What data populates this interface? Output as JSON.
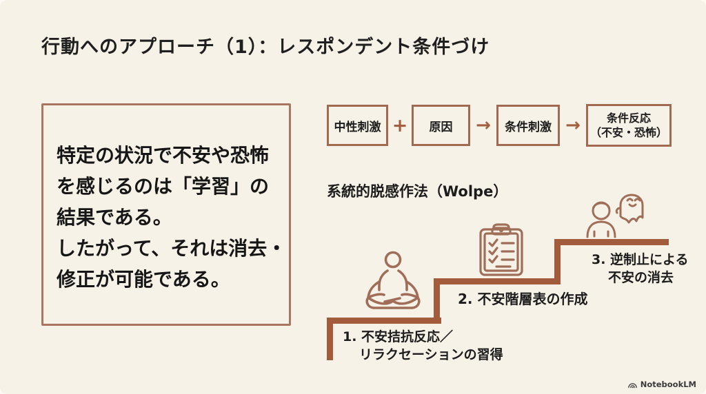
{
  "slide": {
    "title": "行動へのアプローチ（1）：レスポンデント条件づけ"
  },
  "left_box": {
    "lines": [
      "特定の状況で不安や恐怖",
      "を感じるのは「学習」の",
      "結果である。",
      "したがって、それは消去・",
      "修正が可能である。"
    ]
  },
  "flow": {
    "box1": "中性刺激",
    "plus": "+",
    "box2": "原因",
    "arrow1": "→",
    "box3": "条件刺激",
    "arrow2": "→",
    "box4_line1": "条件反応",
    "box4_line2": "（不安・恐怖）"
  },
  "method": {
    "heading": "系統的脱感作法（Wolpe）",
    "steps": [
      {
        "line1": "1. 不安拮抗反応／",
        "line2": "リラクセーションの習得",
        "icon": "meditation-icon"
      },
      {
        "line1": "2. 不安階層表の作成",
        "line2": "",
        "icon": "clipboard-checklist-icon"
      },
      {
        "line1": "3. 逆制止による",
        "line2": "不安の消去",
        "icon": "person-ghost-icon"
      }
    ]
  },
  "footer": {
    "brand": "NotebookLM"
  },
  "colors": {
    "background": "#f6f2e7",
    "box_border": "#a06950",
    "left_box_border": "#a9765f",
    "staircase": "#a25c3c",
    "icon_outline": "#a06e58",
    "text": "#1c1c1c"
  }
}
